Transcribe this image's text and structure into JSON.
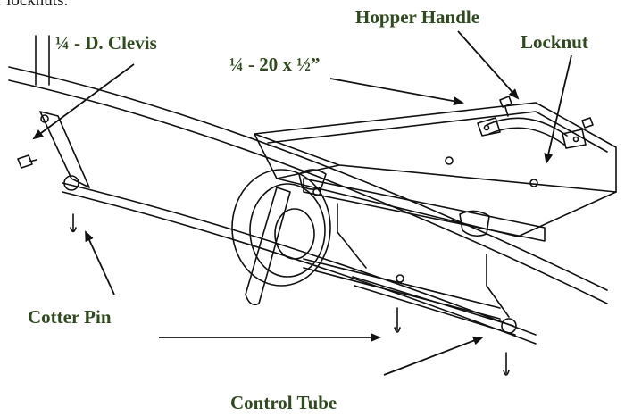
{
  "header_fragment": "r locknuts.",
  "labels": {
    "clevis": "¼ - D. Clevis",
    "bolt": "¼ - 20 x  ½”",
    "hopper_handle": "Hopper Handle",
    "locknut": "Locknut",
    "cotter_pin": "Cotter Pin",
    "control_tube": "Control Tube"
  },
  "colors": {
    "label_text": "#2f4a1f",
    "line_art": "#111111",
    "background": "#ffffff"
  }
}
